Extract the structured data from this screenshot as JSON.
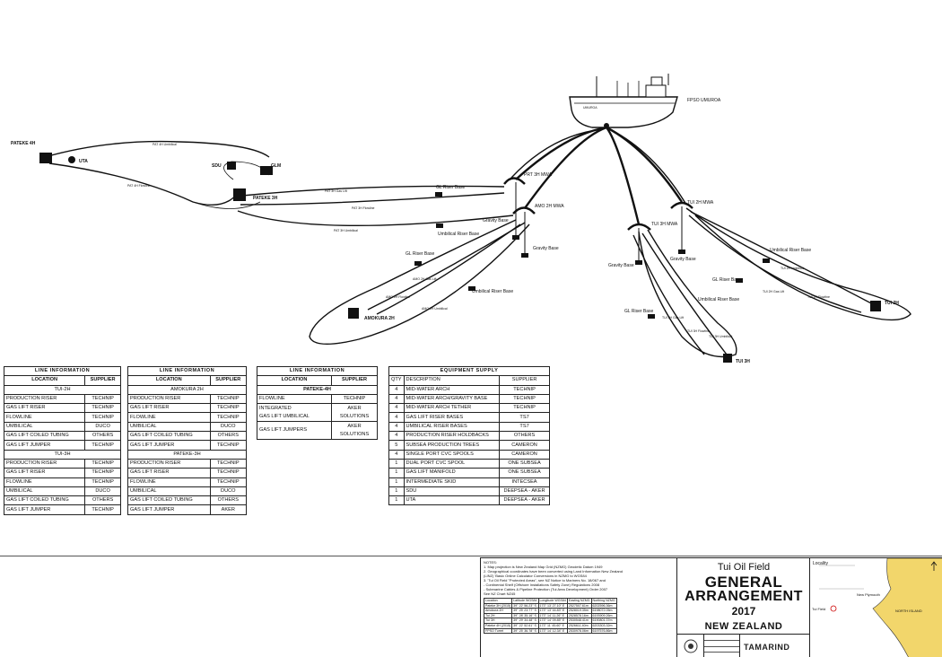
{
  "diagram": {
    "vessel": "FPSO UMUROA",
    "hull_text": "UMUROA",
    "wells": [
      "PATEKE 4H",
      "PATEKE 3H",
      "AMOKURA 2H",
      "TUI 2H",
      "TUI 3H"
    ],
    "structures": [
      "UTA",
      "SDU",
      "GLM",
      "PRT 3H MWA",
      "AMO 2H MWA",
      "TUI 3H MWA",
      "TUI 2H MWA"
    ],
    "bases": [
      "Gravity Base",
      "Gravity Base",
      "Gravity Base",
      "Gravity Base"
    ],
    "riser_bases": [
      "GL Riser Base",
      "Umbilical Riser Base",
      "GL Riser Base",
      "Umbilical Riser Base",
      "Umbilical Riser Base",
      "GL Riser Base",
      "Umbilical Riser Base",
      "GL Riser Base"
    ],
    "line_tags": [
      "PAT 4H Umbilical",
      "PAT 4H Flowline",
      "PAT 3H Gas Lift",
      "PAT 3H Flowline",
      "PAT 3H Umbilical",
      "AMO 2H Gas Lift",
      "AMO 2H Flowline",
      "AMO 2H Umbilical",
      "TUI 2H Umbilical",
      "TUI 2H Gas Lift",
      "TUI 2H Flowline",
      "TUI 3H Gas Lift",
      "TUI 3H Flowline",
      "TUI 3H Umbilical"
    ]
  },
  "table1": {
    "title": "LINE INFORMATION",
    "headers": [
      "LOCATION",
      "SUPPLIER"
    ],
    "groups": [
      {
        "name": "TUI-2H",
        "rows": [
          [
            "PRODUCTION RISER",
            "TECHNIP"
          ],
          [
            "GAS LIFT RISER",
            "TECHNIP"
          ],
          [
            "FLOWLINE",
            "TECHNIP"
          ],
          [
            "UMBILICAL",
            "DUCO"
          ],
          [
            "GAS LIFT COILED TUBING",
            "OTHERS"
          ],
          [
            "GAS LIFT JUMPER",
            "TECHNIP"
          ]
        ]
      },
      {
        "name": "TUI-3H",
        "rows": [
          [
            "PRODUCTION RISER",
            "TECHNIP"
          ],
          [
            "GAS LIFT RISER",
            "TECHNIP"
          ],
          [
            "FLOWLINE",
            "TECHNIP"
          ],
          [
            "UMBILICAL",
            "DUCO"
          ],
          [
            "GAS LIFT COILED TUBING",
            "OTHERS"
          ],
          [
            "GAS LIFT JUMPER",
            "TECHNIP"
          ]
        ]
      }
    ]
  },
  "table2": {
    "title": "LINE INFORMATION",
    "headers": [
      "LOCATION",
      "SUPPLIER"
    ],
    "groups": [
      {
        "name": "AMOKURA 2H",
        "rows": [
          [
            "PRODUCTION RISER",
            "TECHNIP"
          ],
          [
            "GAS LIFT RISER",
            "TECHNIP"
          ],
          [
            "FLOWLINE",
            "TECHNIP"
          ],
          [
            "UMBILICAL",
            "DUCO"
          ],
          [
            "GAS LIFT COILED TUBING",
            "OTHERS"
          ],
          [
            "GAS LIFT JUMPER",
            "TECHNIP"
          ]
        ]
      },
      {
        "name": "PATEKE-3H",
        "rows": [
          [
            "PRODUCTION RISER",
            "TECHNIP"
          ],
          [
            "GAS LIFT RISER",
            "TECHNIP"
          ],
          [
            "FLOWLINE",
            "TECHNIP"
          ],
          [
            "UMBILICAL",
            "DUCO"
          ],
          [
            "GAS LIFT COILED TUBING",
            "OTHERS"
          ],
          [
            "GAS LIFT JUMPER",
            "AKER"
          ]
        ]
      }
    ]
  },
  "table3": {
    "title": "LINE INFORMATION",
    "headers": [
      "LOCATION",
      "SUPPLIER"
    ],
    "group": "PATEKE-4H",
    "rows": [
      {
        "loc1": "FLOWLINE",
        "loc2": "",
        "sup1": "TECHNIP",
        "sup2": ""
      },
      {
        "loc1": "INTEGRATED",
        "loc2": "GAS LIFT UMBILICAL",
        "sup1": "AKER",
        "sup2": "SOLUTIONS"
      },
      {
        "loc1": "GAS LIFT JUMPERS",
        "loc2": "",
        "sup1": "AKER",
        "sup2": "SOLUTIONS"
      }
    ]
  },
  "table4": {
    "title": "EQUIPMENT SUPPLY",
    "headers": [
      "QTY",
      "DESCRIPTION",
      "SUPPLIER"
    ],
    "rows": [
      [
        "4",
        "MID-WATER ARCH",
        "TECHNIP"
      ],
      [
        "4",
        "MID-WATER ARCH/GRAVITY BASE",
        "TECHNIP"
      ],
      [
        "4",
        "MID-WATER ARCH TETHER",
        "TECHNIP"
      ],
      [
        "4",
        "GAS LIFT RISER BASES",
        "TS7"
      ],
      [
        "4",
        "UMBILICAL RISER BASES",
        "TS7"
      ],
      [
        "4",
        "PRODUCTION RISER HOLDBACKS",
        "OTHERS"
      ],
      [
        "5",
        "SUBSEA PRODUCTION TREES",
        "CAMERON"
      ],
      [
        "4",
        "SINGLE PORT CVC SPOOLS",
        "CAMERON"
      ],
      [
        "1",
        "DUAL PORT CVC SPOOL",
        "ONE SUBSEA"
      ],
      [
        "1",
        "GAS LIFT MANIFOLD",
        "ONE SUBSEA"
      ],
      [
        "1",
        "INTERMEDIATE SKID",
        "INTECSEA"
      ],
      [
        "1",
        "SDU",
        "DEEPSEA - AKER"
      ],
      [
        "1",
        "UTA",
        "DEEPSEA - AKER"
      ]
    ]
  },
  "notes": {
    "heading": "NOTES:",
    "lines": [
      "1. Map projection is New Zealand Map Grid (NZMG) Geodetic Datum 1949",
      "2. Geographical coordinates have been converted using Land Information New Zealand",
      "(LINZ) 'Basic Online Calculator Conversions in NZMG to WGS84",
      "3. 'Tui Oil Field \"Protected Areas\", see NZ Notice to Mariners No. 18/067 and",
      "- Continental Shelf (Offshore Installations Safety Zone) Regulations 2008",
      "- Submarine Cables & Pipeline Protection (Tui Area Development) Order 2007",
      "See NZ Chart NZ45"
    ],
    "coord_headers": [
      "Location",
      "Latitude WGS84",
      "Longitude WGS84",
      "Easting NZMG",
      "Northing NZMG"
    ],
    "coord_rows": [
      [
        "Pateke 3H (2015)",
        "39° 22' 56.23\" S",
        "173° 13' 27.10\" E",
        "2527507.61m",
        "6202596.36m"
      ],
      [
        "Amokura 2H",
        "39° 25' 23.77\" S",
        "173° 13' 44.83\" E",
        "2528019.35m",
        "6198072.05m"
      ],
      [
        "Tui 2H",
        "39° 28' 35.16\" S",
        "173° 14' 11.26\" E",
        "2528578.16m",
        "6193909.26m"
      ],
      [
        "Tui 3H",
        "39° 29' 34.48\" S",
        "173° 14' 09.85\" E",
        "2530548.41m",
        "6190801.37m"
      ],
      [
        "Pateke 4H (2015)",
        "39° 22' 52.61\" S",
        "173° 11' 45.60\" E",
        "2526611.40m",
        "6203303.32m"
      ],
      [
        "FPSO Turret",
        "39° 25' 36.78\" S",
        "173° 14' 12.34\" E",
        "2530978.06m",
        "6197576.86m"
      ]
    ]
  },
  "title_block": {
    "project": "Tui Oil Field",
    "title1": "GENERAL",
    "title2": "ARRANGEMENT",
    "year": "2017",
    "location": "NEW ZEALAND",
    "brand": "TAMARIND"
  },
  "locality": {
    "label": "Locality",
    "place1": "New Plymouth",
    "place2": "NORTH ISLAND",
    "place3": "Tui Field"
  }
}
